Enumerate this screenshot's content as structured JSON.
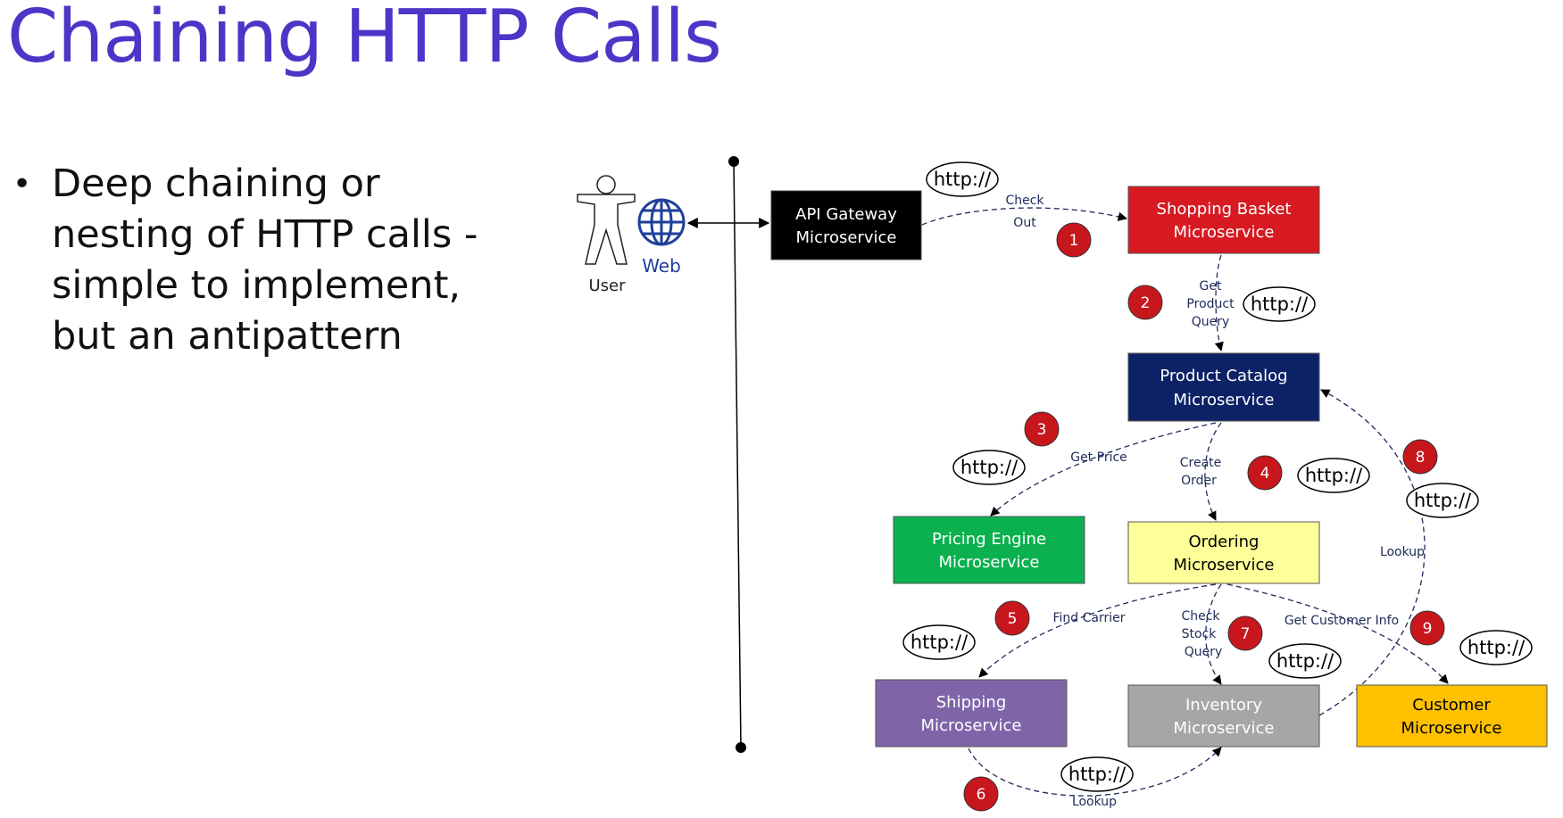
{
  "slide": {
    "title": "Chaining HTTP Calls",
    "bullets": [
      "Deep chaining or nesting of HTTP calls - simple to implement, but an antipattern"
    ]
  },
  "diagram": {
    "user_label": "User",
    "web_label": "Web",
    "http_tag": "http://",
    "boxes": {
      "gateway": {
        "line1": "API Gateway",
        "line2": "Microservice",
        "fill": "#000000",
        "text_color": "#ffffff"
      },
      "basket": {
        "line1": "Shopping Basket",
        "line2": "Microservice",
        "fill": "#d71921",
        "text_color": "#ffffff"
      },
      "catalog": {
        "line1": "Product Catalog",
        "line2": "Microservice",
        "fill": "#0d2266",
        "text_color": "#ffffff"
      },
      "pricing": {
        "line1": "Pricing Engine",
        "line2": "Microservice",
        "fill": "#0bb14e",
        "text_color": "#ffffff"
      },
      "ordering": {
        "line1": "Ordering",
        "line2": "Microservice",
        "fill": "#ffff99",
        "text_color": "#000000"
      },
      "shipping": {
        "line1": "Shipping",
        "line2": "Microservice",
        "fill": "#7f65a8",
        "text_color": "#ffffff"
      },
      "inventory": {
        "line1": "Inventory",
        "line2": "Microservice",
        "fill": "#a6a6a6",
        "text_color": "#ffffff"
      },
      "customer": {
        "line1": "Customer",
        "line2": "Microservice",
        "fill": "#ffc000",
        "text_color": "#000000"
      }
    },
    "steps": [
      "1",
      "2",
      "3",
      "4",
      "5",
      "6",
      "7",
      "8",
      "9"
    ],
    "labels": {
      "check": "Check",
      "out": "Out",
      "get": "Get",
      "product": "Product",
      "query": "Query",
      "get_price": "Get Price",
      "create": "Create",
      "order": "Order",
      "lookup": "Lookup",
      "find_carrier": "Find Carrier",
      "check2": "Check",
      "stock": "Stock",
      "query2": "Query",
      "get_customer_info": "Get Customer Info",
      "lookup2": "Lookup"
    },
    "colors": {
      "badge": "#c8161d",
      "link": "#1e2a5a",
      "title": "#4b36c8",
      "globe": "#1f3f9a"
    }
  }
}
